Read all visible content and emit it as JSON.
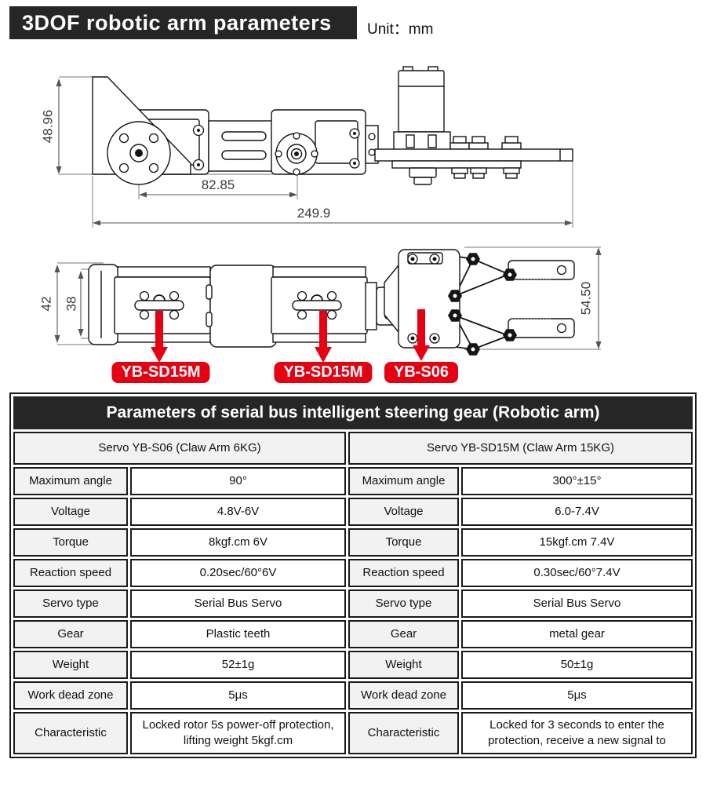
{
  "header": {
    "title": "3DOF robotic arm parameters",
    "unit": "Unit：mm"
  },
  "drawings": {
    "side_view": {
      "dim_height": "48.96",
      "dim_servo_span": "82.85",
      "dim_total_length": "249.9"
    },
    "top_view": {
      "dim_outer_width": "42",
      "dim_inner_width": "38",
      "dim_claw_length": "54.50"
    },
    "servo_labels": [
      {
        "text": "YB-SD15M"
      },
      {
        "text": "YB-SD15M"
      },
      {
        "text": "YB-S06"
      }
    ]
  },
  "table": {
    "title": "Parameters of serial bus intelligent steering gear (Robotic arm)",
    "left": {
      "header": "Servo YB-S06 (Claw Arm 6KG)",
      "rows": [
        {
          "label": "Maximum angle",
          "value": "90°"
        },
        {
          "label": "Voltage",
          "value": "4.8V-6V"
        },
        {
          "label": "Torque",
          "value": "8kgf.cm 6V"
        },
        {
          "label": "Reaction speed",
          "value": "0.20sec/60°6V"
        },
        {
          "label": "Servo type",
          "value": "Serial Bus Servo"
        },
        {
          "label": "Gear",
          "value": "Plastic teeth"
        },
        {
          "label": "Weight",
          "value": "52±1g"
        },
        {
          "label": "Work dead zone",
          "value": "5μs"
        },
        {
          "label": "Characteristic",
          "value": "Locked rotor 5s power-off protection, lifting weight 5kgf.cm"
        }
      ]
    },
    "right": {
      "header": "Servo YB-SD15M (Claw Arm 15KG)",
      "rows": [
        {
          "label": "Maximum angle",
          "value": "300°±15°"
        },
        {
          "label": "Voltage",
          "value": "6.0-7.4V"
        },
        {
          "label": "Torque",
          "value": "15kgf.cm 7.4V"
        },
        {
          "label": "Reaction speed",
          "value": "0.30sec/60°7.4V"
        },
        {
          "label": "Servo type",
          "value": "Serial Bus Servo"
        },
        {
          "label": "Gear",
          "value": "metal gear"
        },
        {
          "label": "Weight",
          "value": "50±1g"
        },
        {
          "label": "Work dead zone",
          "value": "5μs"
        },
        {
          "label": "Characteristic",
          "value": "Locked for 3 seconds to enter the protection, receive a new signal to"
        }
      ]
    }
  },
  "colors": {
    "accent_red": "#e60012",
    "title_bg": "#262626",
    "cell_label_bg": "#f2f2f2",
    "border": "#1a1a1a"
  }
}
